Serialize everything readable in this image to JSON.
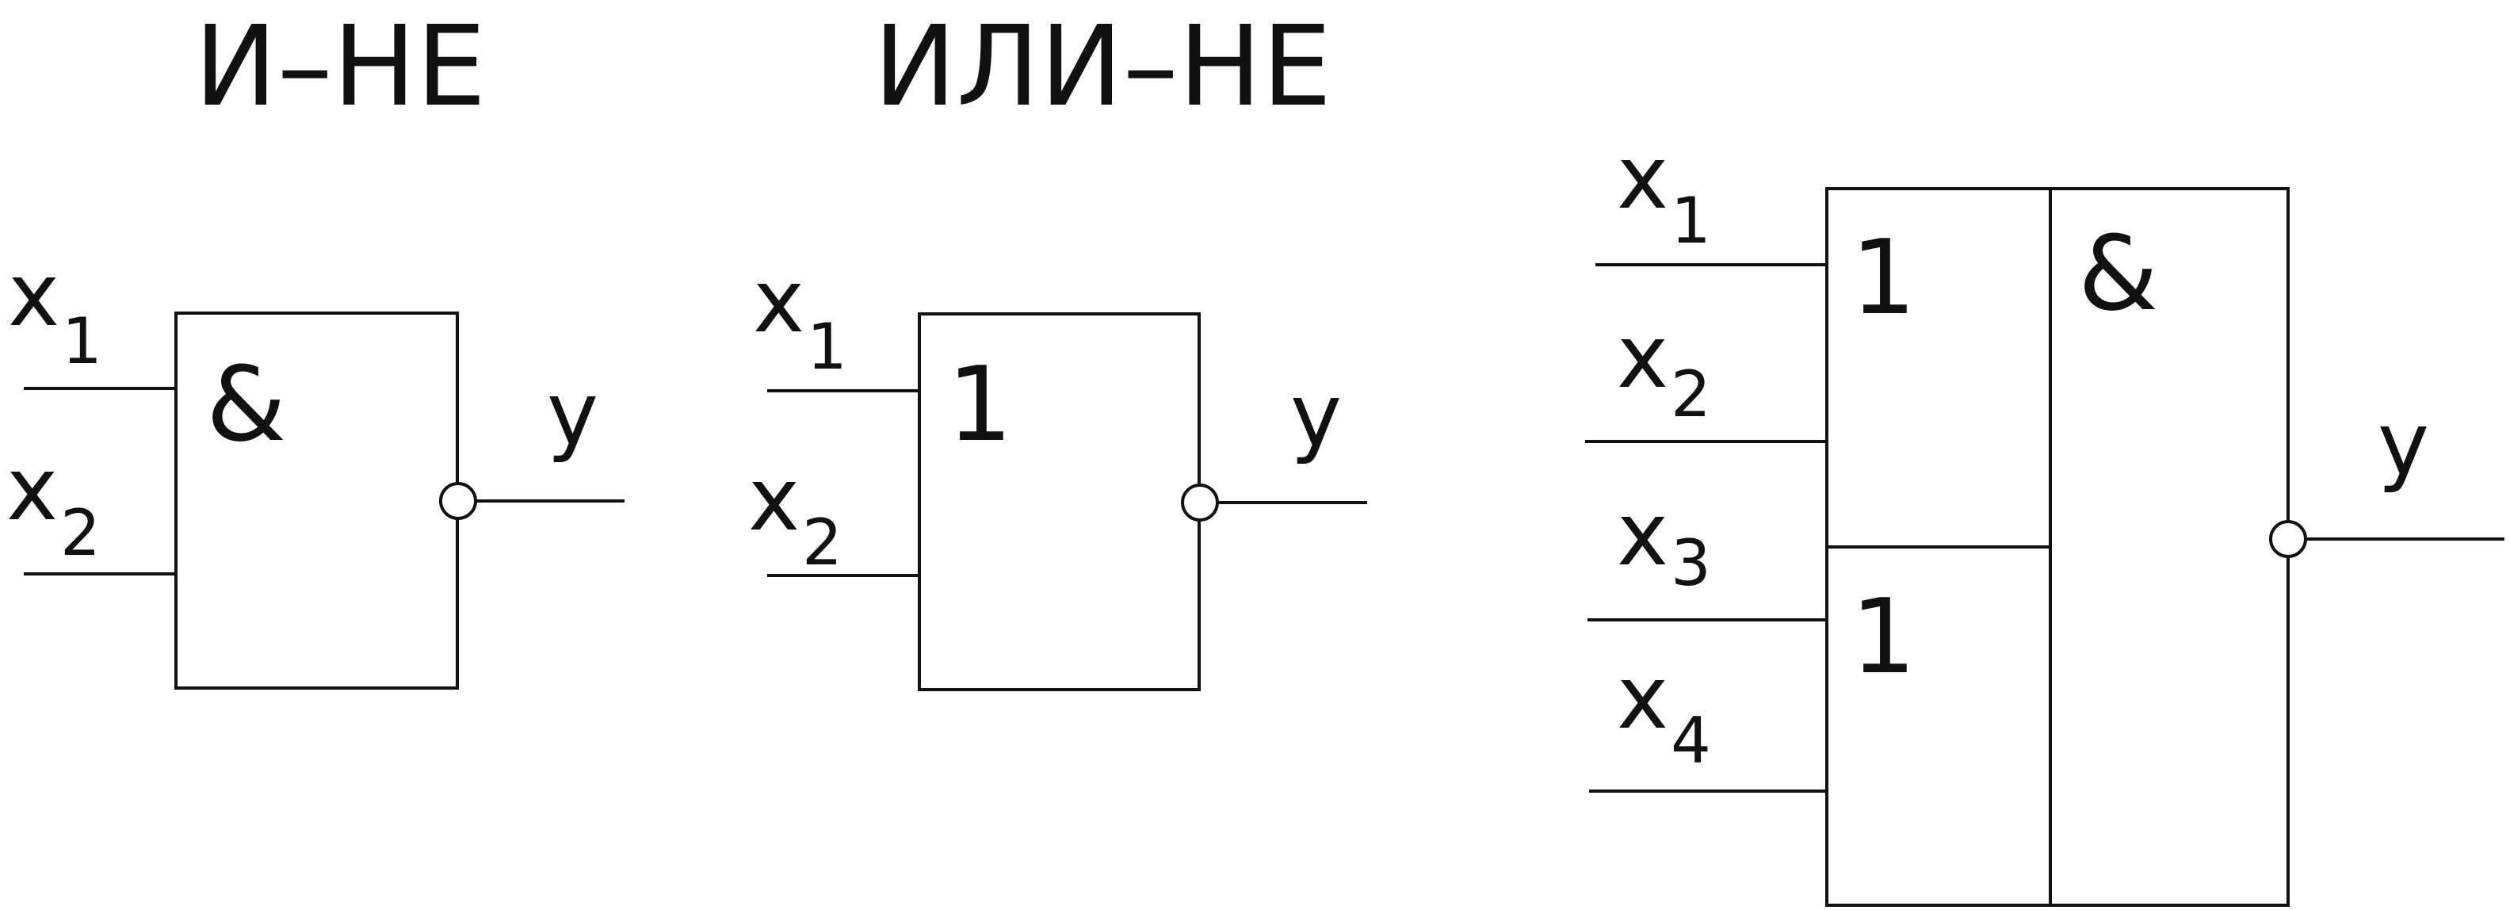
{
  "colors": {
    "stroke": "#111111",
    "background": "#ffffff"
  },
  "gate_nand": {
    "title": "И–НЕ",
    "symbol": "&",
    "inputs": [
      {
        "name": "x",
        "index": "1"
      },
      {
        "name": "x",
        "index": "2"
      }
    ],
    "output": "y"
  },
  "gate_nor": {
    "title": "ИЛИ–НЕ",
    "symbol": "1",
    "inputs": [
      {
        "name": "x",
        "index": "1"
      },
      {
        "name": "x",
        "index": "2"
      }
    ],
    "output": "y"
  },
  "combined_gate": {
    "or_symbol_top": "1",
    "or_symbol_bottom": "1",
    "and_symbol": "&",
    "inputs": [
      {
        "name": "x",
        "index": "1"
      },
      {
        "name": "x",
        "index": "2"
      },
      {
        "name": "x",
        "index": "3"
      },
      {
        "name": "x",
        "index": "4"
      }
    ],
    "output": "y"
  }
}
